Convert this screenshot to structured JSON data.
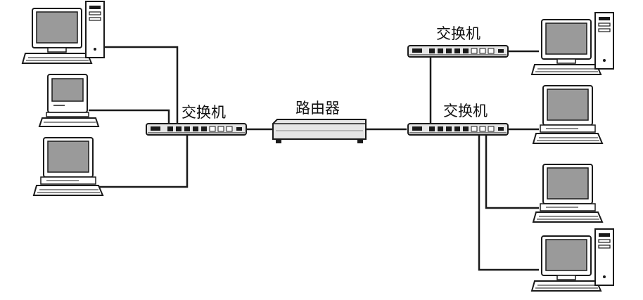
{
  "labels": {
    "switch_left": "交换机",
    "router": "路由器",
    "switch_top_right": "交换机",
    "switch_mid_right": "交换机"
  },
  "icons": {
    "tower_pc": "desktop-tower-computer-icon",
    "compact_pc": "compact-computer-icon",
    "switch": "network-switch-icon",
    "router": "router-icon"
  },
  "colors": {
    "line": "#1a1a1a",
    "screen": "#9a9a9a",
    "casing": "#ffffff",
    "device_body": "#e6e6e6"
  }
}
